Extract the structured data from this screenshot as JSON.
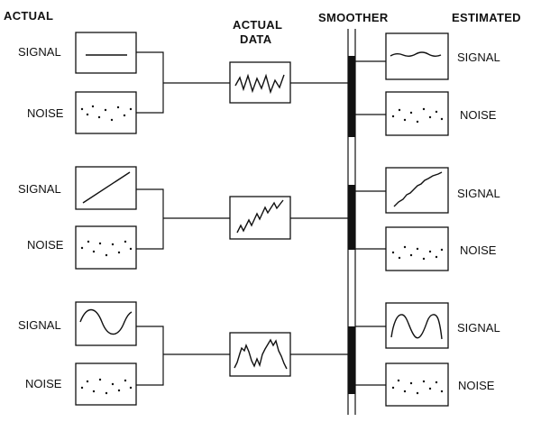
{
  "headers": {
    "actual": "ACTUAL",
    "actual_data_line1": "ACTUAL",
    "actual_data_line2": "DATA",
    "smoother": "SMOOTHER",
    "estimated": "ESTIMATED"
  },
  "rows": [
    {
      "signal_label": "SIGNAL",
      "noise_label": "NOISE",
      "actual_signal_icon": "flat-line-icon",
      "actual_noise_icon": "dotted-noise-icon",
      "data_icon": "zigzag-icon",
      "est_signal_label": "SIGNAL",
      "est_noise_label": "NOISE",
      "est_signal_icon": "wavy-flat-line-icon",
      "est_noise_icon": "dotted-noise-icon"
    },
    {
      "signal_label": "SIGNAL",
      "noise_label": "NOISE",
      "actual_signal_icon": "ramp-line-icon",
      "actual_noise_icon": "dotted-noise-icon",
      "data_icon": "sawtooth-ramp-icon",
      "est_signal_label": "SIGNAL",
      "est_noise_label": "NOISE",
      "est_signal_icon": "jagged-ramp-icon",
      "est_noise_icon": "dotted-noise-icon"
    },
    {
      "signal_label": "SIGNAL",
      "noise_label": "NOISE",
      "actual_signal_icon": "sine-wave-icon",
      "actual_noise_icon": "dotted-noise-icon",
      "data_icon": "noisy-wave-icon",
      "est_signal_label": "SIGNAL",
      "est_noise_label": "NOISE",
      "est_signal_icon": "smoothed-wave-icon",
      "est_noise_icon": "dotted-noise-icon"
    }
  ]
}
